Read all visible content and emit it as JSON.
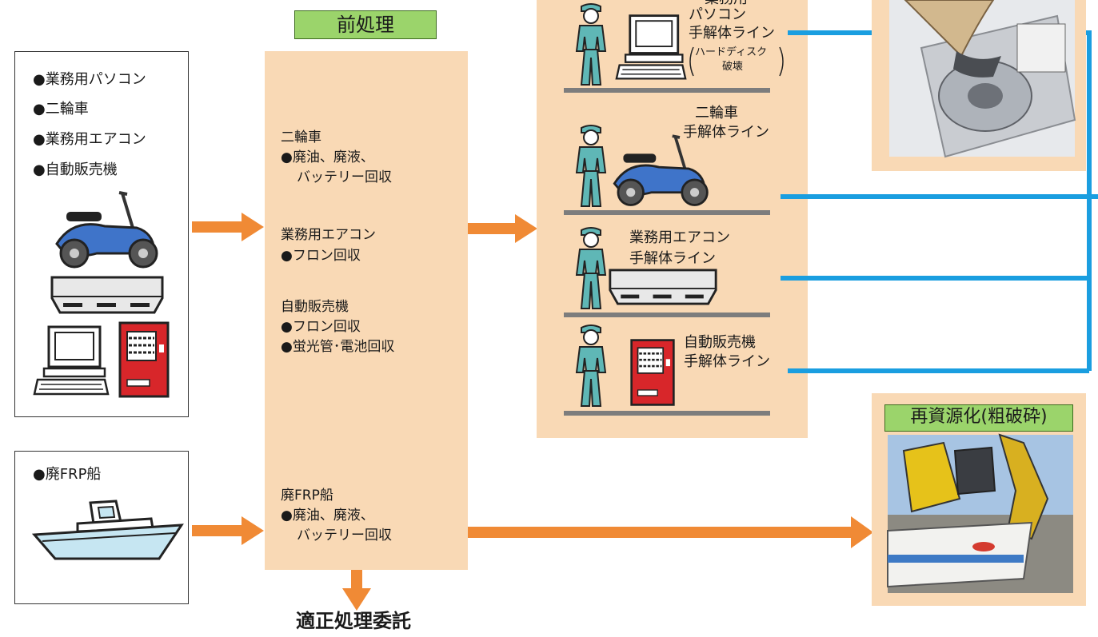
{
  "preprocess_label": "前処理",
  "input_box_1": {
    "items": [
      "●業務用パソコン",
      "●二輪車",
      "●業務用エアコン",
      "●自動販売機"
    ]
  },
  "input_box_2": {
    "items": [
      "●廃FRP船"
    ]
  },
  "preprocess": {
    "motorcycle_title": "二輪車",
    "motorcycle_l1": "●廃油、廃液、",
    "motorcycle_l2": "バッテリー回収",
    "aircon_title": "業務用エアコン",
    "aircon_l1": "●フロン回収",
    "vending_title": "自動販売機",
    "vending_l1": "●フロン回収",
    "vending_l2": "●蛍光管･電池回収",
    "frp_title": "廃FRP船",
    "frp_l1": "●廃油、廃液、",
    "frp_l2": "バッテリー回収"
  },
  "lines": {
    "pc_l1": "業務用",
    "pc_l2": "パソコン",
    "pc_l3": "手解体ライン",
    "pc_note_l1": "ハードディスク",
    "pc_note_l2": "破壊",
    "moto_l1": "二輪車",
    "moto_l2": "手解体ライン",
    "aircon_l1": "業務用エアコン",
    "aircon_l2": "手解体ライン",
    "vending_l1": "自動販売機",
    "vending_l2": "手解体ライン"
  },
  "recycle_label": "再資源化(粗破砕)",
  "consign_label": "適正処理委託",
  "colors": {
    "arrow": "#f08a35",
    "connector": "#1a9ee0",
    "peach": "#f9d9b5",
    "label_green": "#9bd46b",
    "worker": "#5fb7b6",
    "vending": "#d8262a",
    "motorcycle": "#3f74c9",
    "boat": "#c6e6f2"
  }
}
